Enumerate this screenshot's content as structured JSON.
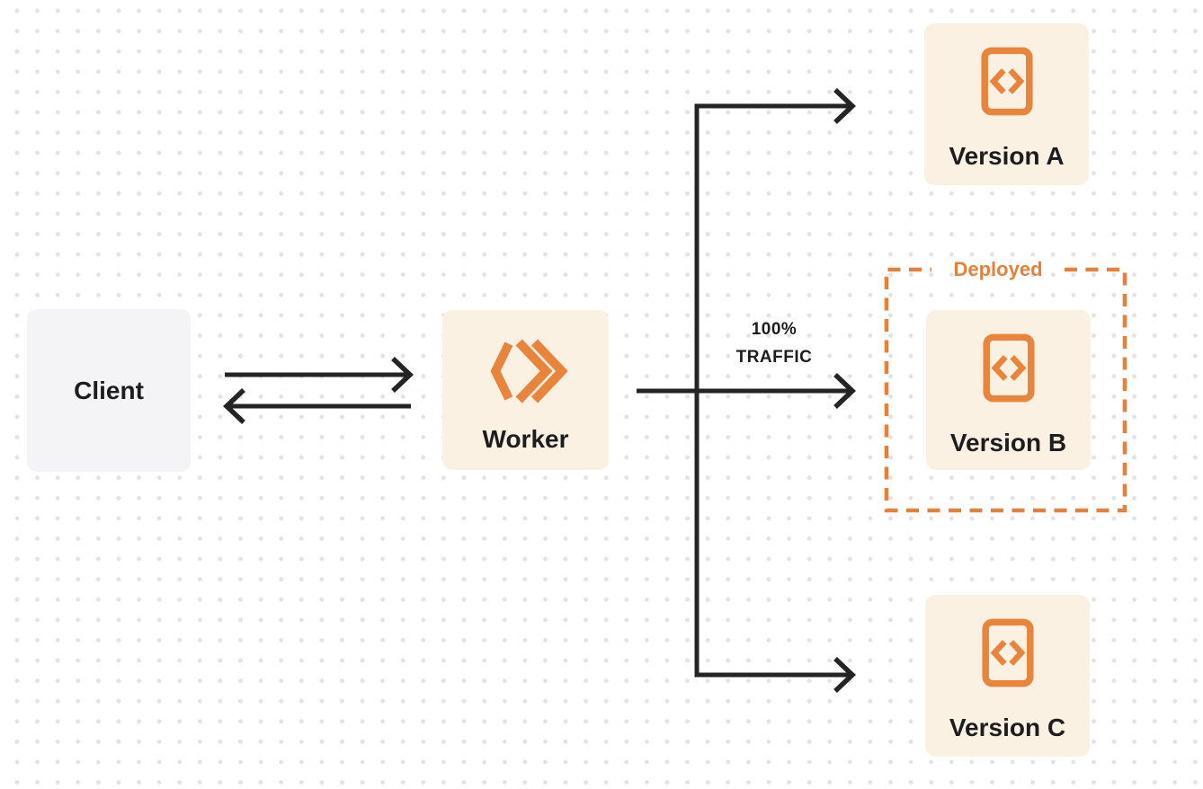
{
  "colors": {
    "accent_orange": "#E8843C",
    "deployed_border_orange": "#E2823C",
    "node_cream_bg": "#FAF1E3",
    "client_gray_bg": "#F4F4F6",
    "arrow_dark": "#242424",
    "text_dark": "#1D1D1F",
    "dot_grid_gray": "#E3E3E3"
  },
  "nodes": {
    "client": {
      "label": "Client"
    },
    "worker": {
      "label": "Worker",
      "icon": "cloudflare-workers-icon"
    },
    "version_a": {
      "label": "Version A",
      "icon": "code-file-icon"
    },
    "version_b": {
      "label": "Version B",
      "icon": "code-file-icon"
    },
    "version_c": {
      "label": "Version C",
      "icon": "code-file-icon"
    }
  },
  "annotations": {
    "deployed": {
      "label": "Deployed"
    },
    "traffic": {
      "line1": "100%",
      "line2": "TRAFFIC"
    }
  }
}
